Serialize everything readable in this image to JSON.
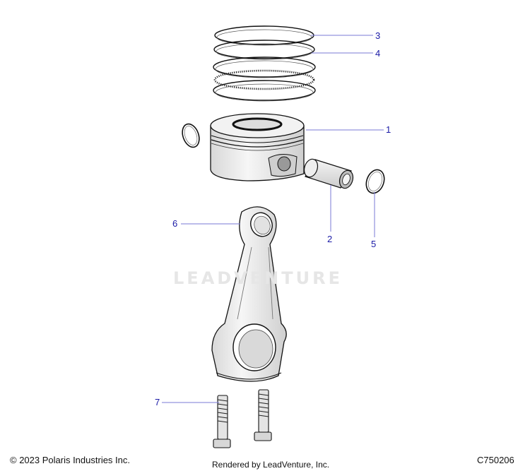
{
  "callouts": [
    {
      "id": "1",
      "label": "1",
      "part": "piston"
    },
    {
      "id": "2",
      "label": "2",
      "part": "piston-pin"
    },
    {
      "id": "3",
      "label": "3",
      "part": "top-ring"
    },
    {
      "id": "4",
      "label": "4",
      "part": "second-ring"
    },
    {
      "id": "5",
      "label": "5",
      "part": "pin-retainer"
    },
    {
      "id": "6",
      "label": "6",
      "part": "connecting-rod"
    },
    {
      "id": "7",
      "label": "7",
      "part": "rod-bolt"
    }
  ],
  "watermark": "LEADVENTURE",
  "footer": {
    "copyright": "© 2023 Polaris Industries Inc.",
    "rendered_by": "Rendered by LeadVenture, Inc.",
    "diagram_code": "C750206"
  },
  "colors": {
    "callout_text": "#1a1aa6",
    "leader_line": "#7a7ad6",
    "part_fill": "#e9e9e9",
    "outline": "#111111"
  }
}
